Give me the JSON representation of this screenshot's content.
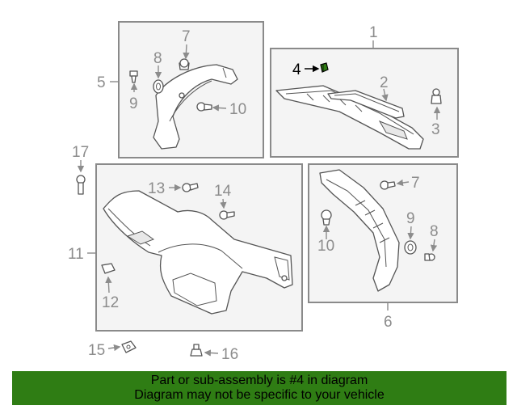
{
  "diagram": {
    "highlight_color": "#2f7d14",
    "callouts": {
      "c1": "1",
      "c2": "2",
      "c3": "3",
      "c4": "4",
      "c5": "5",
      "c6": "6",
      "c7a": "7",
      "c7b": "7",
      "c8a": "8",
      "c8b": "8",
      "c9a": "9",
      "c9b": "9",
      "c10a": "10",
      "c10b": "10",
      "c11": "11",
      "c12": "12",
      "c13": "13",
      "c14": "14",
      "c15": "15",
      "c16": "16",
      "c17": "17"
    }
  },
  "banner": {
    "line1": "Part or sub-assembly is #4 in diagram",
    "line2": "Diagram may not be specific to your vehicle",
    "background": "#2f7d14"
  }
}
